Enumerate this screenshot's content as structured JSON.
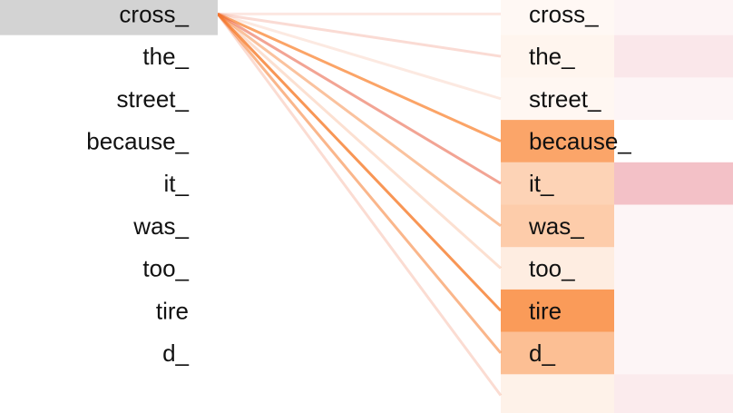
{
  "left_tokens": [
    "cross_",
    "the_",
    "street_",
    "because_",
    "it_",
    "was_",
    "too_",
    "tire",
    "d_"
  ],
  "right_tokens": [
    "cross_",
    "the_",
    "street_",
    "because_",
    "it_",
    "was_",
    "too_",
    "tire",
    "d_",
    ""
  ],
  "selected_left_index": 0,
  "head_a_color": "#f97f2a",
  "head_b_color": "#d93d50",
  "selected_bg_color": "#d3d3d3",
  "head_a_weights": [
    0.05,
    0.08,
    0.06,
    0.7,
    0.34,
    0.4,
    0.14,
    0.78,
    0.5,
    0.1
  ],
  "head_b_weights": [
    0.06,
    0.12,
    0.05,
    0.0,
    0.32,
    0.05,
    0.05,
    0.05,
    0.05,
    0.1
  ]
}
